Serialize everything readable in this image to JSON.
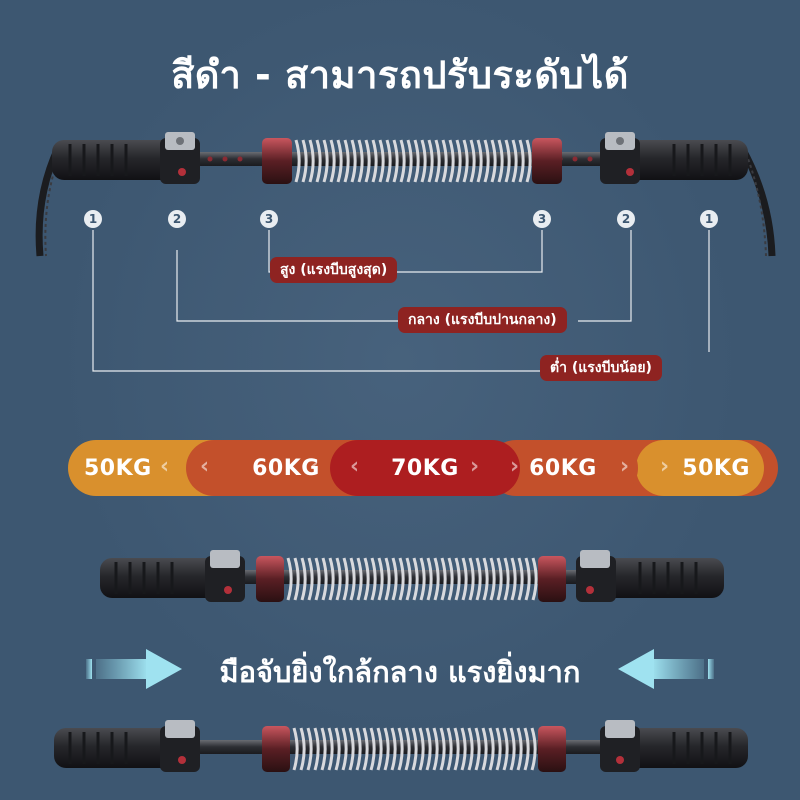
{
  "title": "สีดำ - สามารถปรับระดับได้",
  "markers": {
    "left": [
      "1",
      "2",
      "3"
    ],
    "right": [
      "3",
      "2",
      "1"
    ]
  },
  "labels": {
    "high": "สูง (แรงบีบสูงสุด)",
    "medium": "กลาง (แรงบีบปานกลาง)",
    "low": "ต่ำ (แรงบีบน้อย)"
  },
  "scale": {
    "levels": [
      "50KG",
      "60KG",
      "70KG",
      "60KG",
      "50KG"
    ],
    "colors": {
      "outer": "#d9902d",
      "mid": "#c3502b",
      "center": "#ad1e20"
    }
  },
  "slogan": "มือจับยิ่งใกล้กลาง แรงยิ่งมาก",
  "colors": {
    "background": "#3d5771",
    "label_bg": "#8e2321",
    "spring": "#c8c8cc",
    "grip": "#2a2b2f",
    "accent": "#a3303a",
    "arrow": "#8fd5e6"
  },
  "icons": [
    "chest-expander-image",
    "arrow-right-icon",
    "arrow-left-icon",
    "chevron-left-icon",
    "chevron-right-icon"
  ]
}
